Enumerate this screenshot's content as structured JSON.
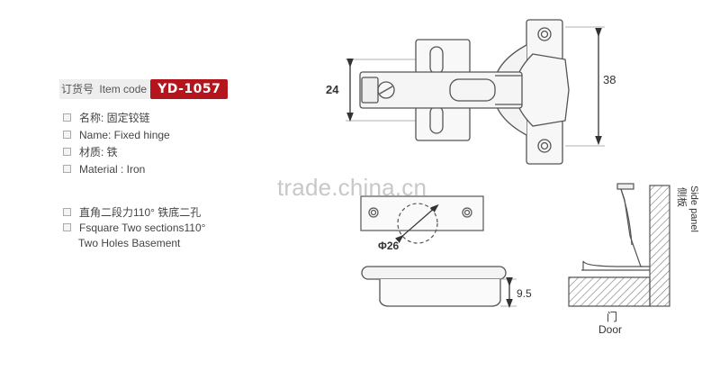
{
  "header": {
    "label_cn": "订货号",
    "label_en": "Item code",
    "code": "YD-1057"
  },
  "specs": [
    {
      "text": "名称:  固定铰链"
    },
    {
      "text": "Name:  Fixed hinge"
    },
    {
      "text": "材质:  铁"
    },
    {
      "text": "Material : Iron"
    }
  ],
  "features": {
    "line1": "直角二段力110°  铁底二孔",
    "line2": "Fsquare Two sections110°",
    "line3": "Two Holes Basement"
  },
  "watermark": "trade.china.cn",
  "dimensions": {
    "height_24": "24",
    "height_38": "38",
    "cup_diameter": "Φ26",
    "depth": "9.5"
  },
  "side_view": {
    "side_panel_cn": "侧板",
    "side_panel_en": "Side panel",
    "door_cn": "门",
    "door_en": "Door"
  },
  "colors": {
    "badge": "#b4141c",
    "line": "#555555"
  }
}
